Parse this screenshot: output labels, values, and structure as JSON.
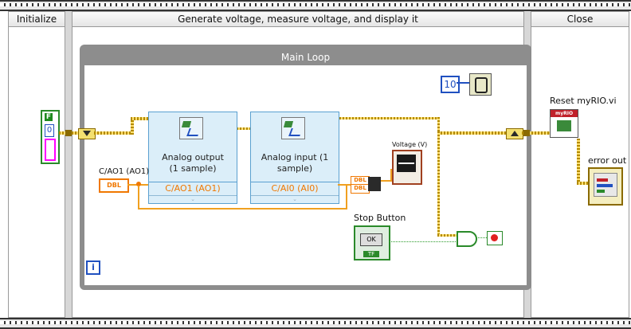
{
  "frames": {
    "initialize": "Initialize",
    "generate": "Generate voltage, measure voltage, and display it",
    "close": "Close"
  },
  "loop": {
    "title": "Main Loop",
    "iteration_label": "i",
    "timing_value": "10"
  },
  "constant": {
    "bool_label": "F",
    "numeric_value": "0"
  },
  "analog_output": {
    "title_line1": "Analog output",
    "title_line2": "(1 sample)",
    "channel": "C/AO1 (AO1)"
  },
  "analog_input": {
    "title_line1": "Analog input (1",
    "title_line2": "sample)",
    "channel": "C/AI0 (AI0)"
  },
  "control": {
    "label": "C/AO1 (AO1)",
    "type": "DBL"
  },
  "build_array": {
    "type_top": "DBL",
    "type_bottom": "DBL"
  },
  "graph": {
    "label": "Voltage (V)"
  },
  "stop": {
    "label": "Stop Button",
    "button_text": "OK",
    "type": "TF"
  },
  "reset": {
    "label": "Reset myRIO.vi",
    "badge": "myRIO"
  },
  "error_out": {
    "label": "error out"
  },
  "colors": {
    "loop_border": "#8d8d8d",
    "express_vi_bg": "#dbeef9",
    "orange_wire": "#f0a020",
    "error_wire": "#c8a000",
    "boolean_wire": "#2a9a2a"
  }
}
